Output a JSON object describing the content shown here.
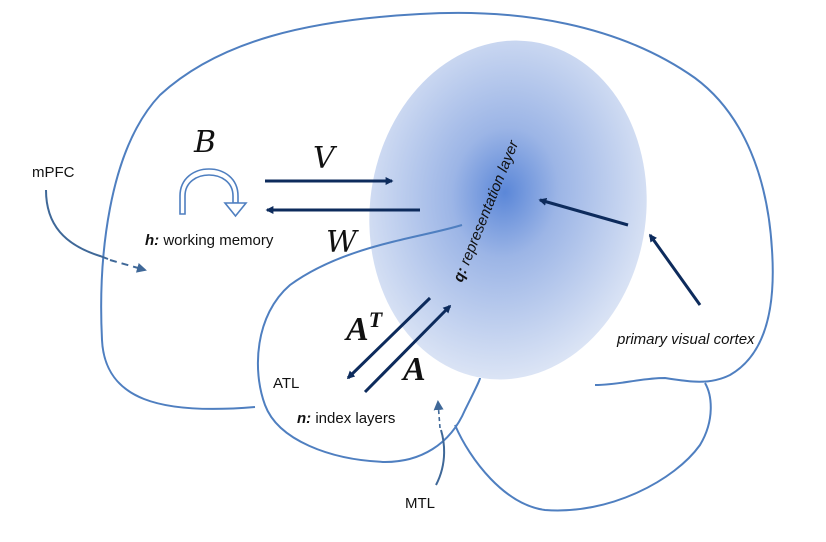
{
  "labels": {
    "mpfc": "mPFC",
    "b": "B",
    "v": "V",
    "w": "W",
    "h_var": "h:",
    "h_text": " working memory",
    "q_var": "q:",
    "q_text": " representation layer",
    "at_base": "A",
    "at_sup": "T",
    "a": "A",
    "atl": "ATL",
    "n_var": "n:",
    "n_text": " index layers",
    "mtl": "MTL",
    "visual": "primary visual cortex"
  },
  "colors": {
    "outline": "#4f7fc0",
    "arrow": "#0d2b5c",
    "cue": "#3f6898",
    "blob_center": "#5b87d8",
    "blob_edge": "#dbe4f5",
    "text": "#111111"
  }
}
